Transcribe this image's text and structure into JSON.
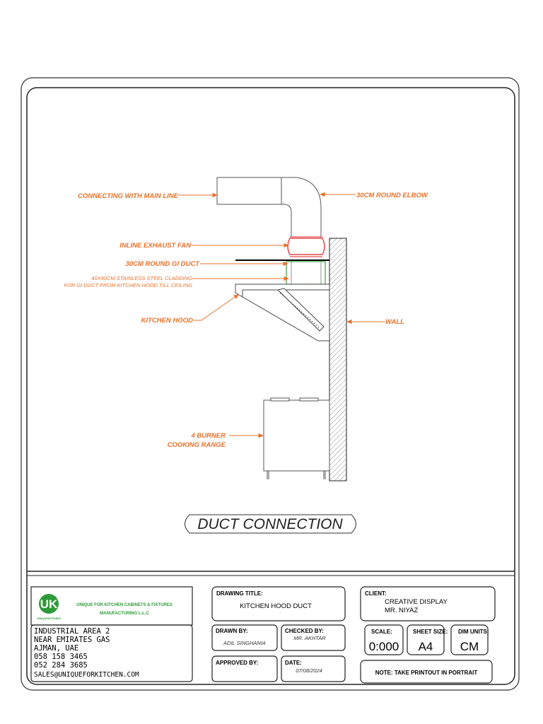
{
  "drawing": {
    "title": "DUCT CONNECTION",
    "labels": {
      "main_line": "CONNECTING WITH MAIN LINE",
      "elbow": "30CM ROUND ELBOW",
      "fan": "INLINE EXHAUST FAN",
      "gi_duct": "30CM ROUND GI DUCT",
      "cladding_1": "40X40CM STAINLESS STEEL CLADDING",
      "cladding_2": "FOR GI DUCT FROM KITCHEN HOOD TILL CEILING",
      "hood": "KITCHEN HOOD",
      "wall": "WALL",
      "range_1": "4 BURNER",
      "range_2": "COOKING RANGE"
    }
  },
  "title_block": {
    "company": {
      "line1": "UNIQUE FOR KITCHEN CABINETS & FIXTURES",
      "line2": "MANUFACTURING L.L.C",
      "logo_caption": "UNIQUEKITCHEN"
    },
    "address": [
      "INDUSTRIAL AREA 2",
      "NEAR EMIRATES GAS",
      "AJMAN, UAE",
      "058 158 3465",
      "052 284 3685",
      "SALES@UNIQUEFORKITCHEN.COM"
    ],
    "drawing_title_label": "DRAWING TITLE:",
    "drawing_title": "KITCHEN HOOD DUCT",
    "client_label": "CLIENT:",
    "client_1": "CREATIVE DISPLAY",
    "client_2": "MR. NIYAZ",
    "drawn_label": "DRAWN BY:",
    "drawn_by": "ADIL SINGHANIA",
    "checked_label": "CHECKED BY:",
    "checked_by": "MR. AKHTAR",
    "approved_label": "APPROVED BY:",
    "date_label": "DATE:",
    "date": "07/08/2024",
    "scale_label": "SCALE:",
    "scale": "0:000",
    "sheet_label": "SHEET SIZE:",
    "sheet": "A4",
    "unit_label": "DIM UNITS:",
    "unit": "CM",
    "note": "NOTE: TAKE PRINTOUT IN PORTRAIT"
  },
  "colors": {
    "annotation": "#e8702a",
    "fan": "#e02020",
    "cladding": "#3aa53a",
    "brand": "#2e9a3a"
  }
}
